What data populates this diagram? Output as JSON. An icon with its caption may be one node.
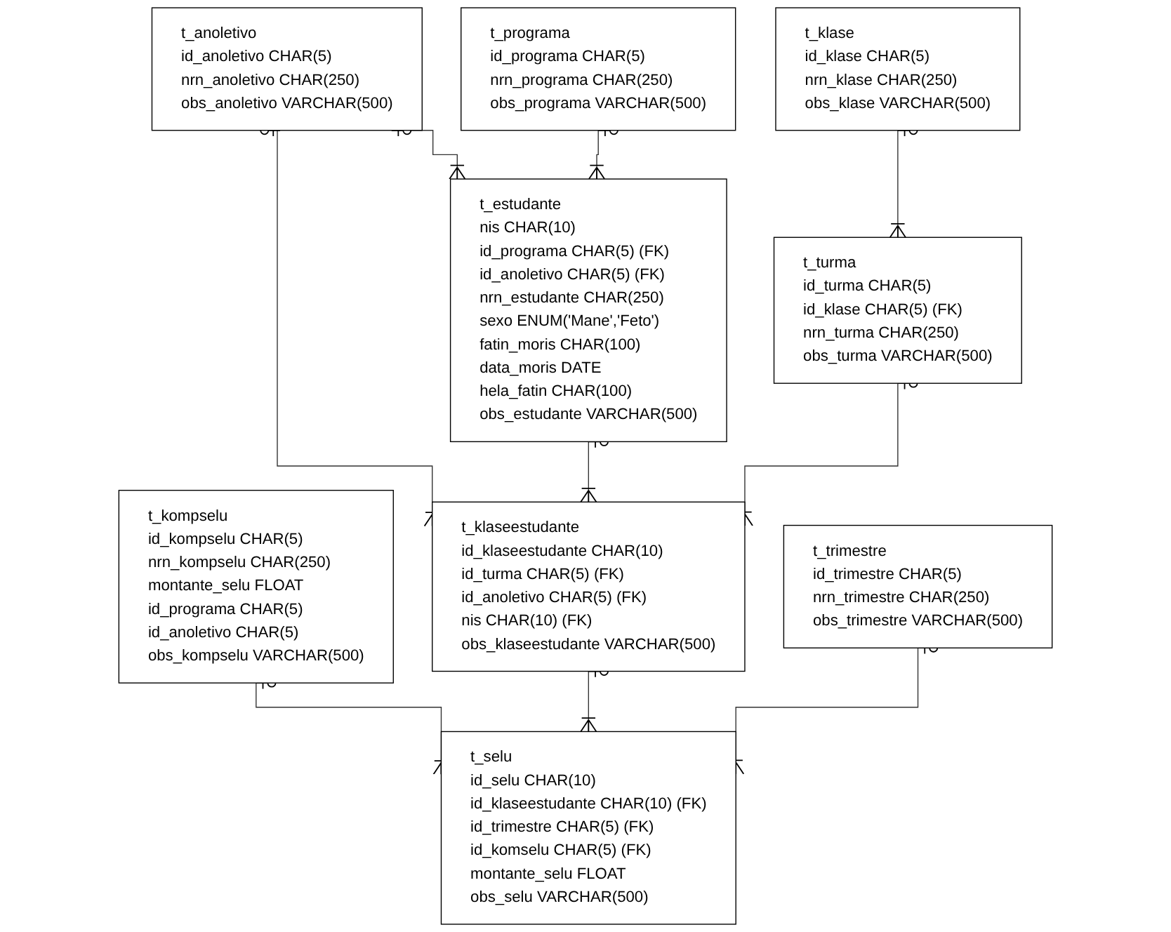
{
  "diagram": {
    "nodes": [
      {
        "text": [
          "t_anoletivo",
          "id_anoletivo CHAR(5)",
          "nrn_anoletivo CHAR(250)",
          "obs_anoletivo VARCHAR(500)"
        ]
      },
      {
        "text": [
          "t_klase",
          "id_klase CHAR(5)",
          "nrn_klase CHAR(250)",
          "obs_klase VARCHAR(500)"
        ]
      },
      {
        "text": [
          "t_estudante",
          "nis CHAR(10)",
          "id_programa CHAR(5) (FK)",
          "id_anoletivo CHAR(5) (FK)",
          "nrn_estudante CHAR(250)",
          "sexo ENUM('Mane','Feto')",
          "fatin_moris CHAR(100)",
          "data_moris DATE",
          "hela_fatin CHAR(100)",
          "obs_estudante VARCHAR(500)"
        ]
      },
      {
        "text": [
          "t_kompselu",
          "id_kompselu CHAR(5)",
          "nrn_kompselu CHAR(250)",
          "montante_selu FLOAT",
          "id_programa CHAR(5)",
          "id_anoletivo CHAR(5)",
          "obs_kompselu VARCHAR(500)"
        ]
      },
      {
        "text": [
          "t_turma",
          "id_turma CHAR(5)",
          "id_klase CHAR(5) (FK)",
          "nrn_turma CHAR(250)",
          "obs_turma VARCHAR(500)"
        ]
      },
      {
        "text": [
          "t_klaseestudante",
          "id_klaseestudante CHAR(10)",
          "id_turma CHAR(5) (FK)",
          "id_anoletivo CHAR(5) (FK)",
          "nis CHAR(10) (FK)",
          "obs_klaseestudante VARCHAR(500)"
        ]
      },
      {
        "text": [
          "t_selu",
          "id_selu CHAR(10)",
          "id_klaseestudante CHAR(10) (FK)",
          "id_trimestre CHAR(5) (FK)",
          "id_komselu CHAR(5) (FK)",
          "montante_selu FLOAT",
          "obs_selu VARCHAR(500)"
        ]
      },
      {
        "text": [
          "t_programa",
          "id_programa CHAR(5)",
          "nrn_programa CHAR(250)",
          "obs_programa VARCHAR(500)"
        ]
      },
      {
        "text": [
          "t_trimestre",
          "id_trimestre CHAR(5)",
          "nrn_trimestre CHAR(250)",
          "obs_trimestre VARCHAR(500)"
        ]
      }
    ],
    "edges": [
      {
        "from": 0,
        "to": 2,
        "arrow": "other"
      },
      {
        "from": 0,
        "to": 5,
        "arrow": "other"
      },
      {
        "from": 1,
        "to": 4,
        "arrow": "other"
      },
      {
        "from": 2,
        "to": 5,
        "arrow": "other"
      },
      {
        "from": 7,
        "to": 2,
        "arrow": "other"
      },
      {
        "from": 4,
        "to": 5,
        "arrow": "other"
      },
      {
        "from": 3,
        "to": 6,
        "arrow": "other"
      },
      {
        "from": 5,
        "to": 6,
        "arrow": "other"
      },
      {
        "from": 8,
        "to": 6,
        "arrow": "other"
      }
    ]
  }
}
